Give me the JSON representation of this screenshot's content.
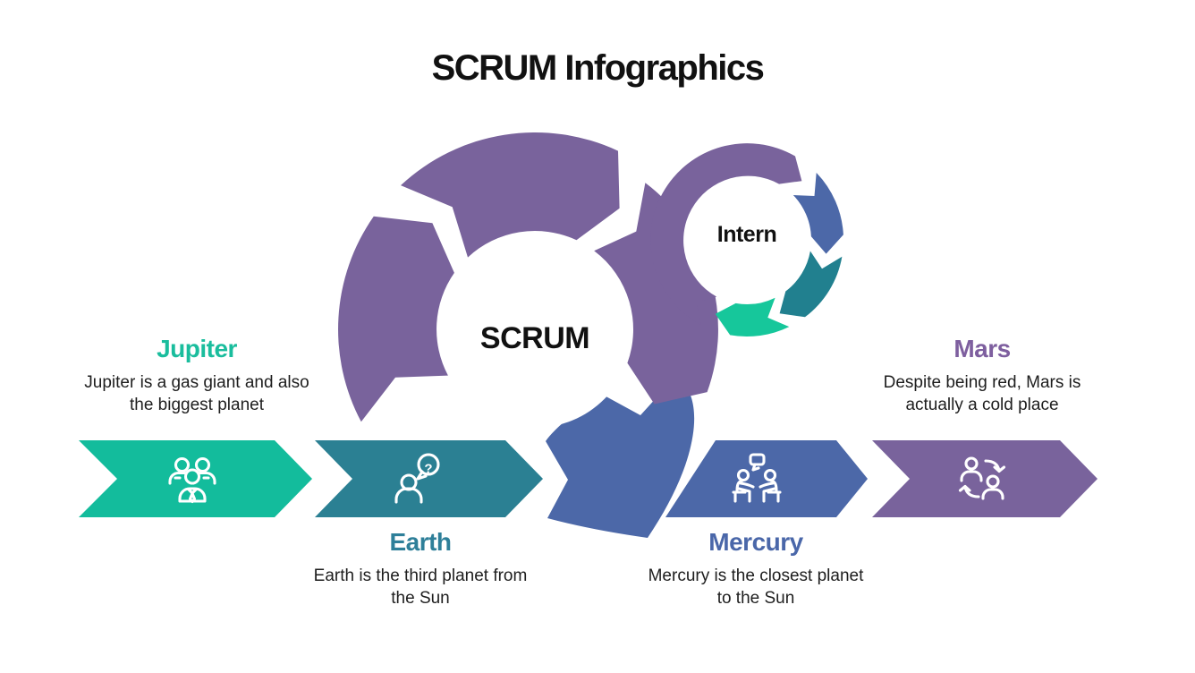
{
  "title": "SCRUM Infographics",
  "cycle": {
    "center_label": "SCRUM",
    "satellite_label": "Intern"
  },
  "icons": {
    "question_mark": "?"
  },
  "colors": {
    "purple": "#79639C",
    "blue": "#4C68A8",
    "teal": "#2B8093",
    "green": "#13BC9C",
    "small_purple": "#79639C",
    "small_blue": "#4C68A8",
    "small_teal": "#21808F",
    "small_green": "#16C79B",
    "body_text": "#1E1E1E",
    "title_text": "#111111",
    "icon_stroke": "#FFFFFF"
  },
  "steps": [
    {
      "name": "Jupiter",
      "description": "Jupiter is a gas giant and also the biggest planet",
      "heading_color": "#1ABD9D",
      "arrow_color": "#13BC9C",
      "icon": "team-icon",
      "label_position": "above"
    },
    {
      "name": "Earth",
      "description": "Earth is the third planet from the Sun",
      "heading_color": "#2E7F99",
      "arrow_color": "#2B8093",
      "icon": "question-person-icon",
      "label_position": "below"
    },
    {
      "name": "Mercury",
      "description": "Mercury is the closest planet to the Sun",
      "heading_color": "#4A67A9",
      "arrow_color": "#4C68A8",
      "icon": "meeting-icon",
      "label_position": "below"
    },
    {
      "name": "Mars",
      "description": "Despite being red, Mars is actually a cold place",
      "heading_color": "#7E5F9F",
      "arrow_color": "#79639C",
      "icon": "people-swap-icon",
      "label_position": "above"
    }
  ]
}
